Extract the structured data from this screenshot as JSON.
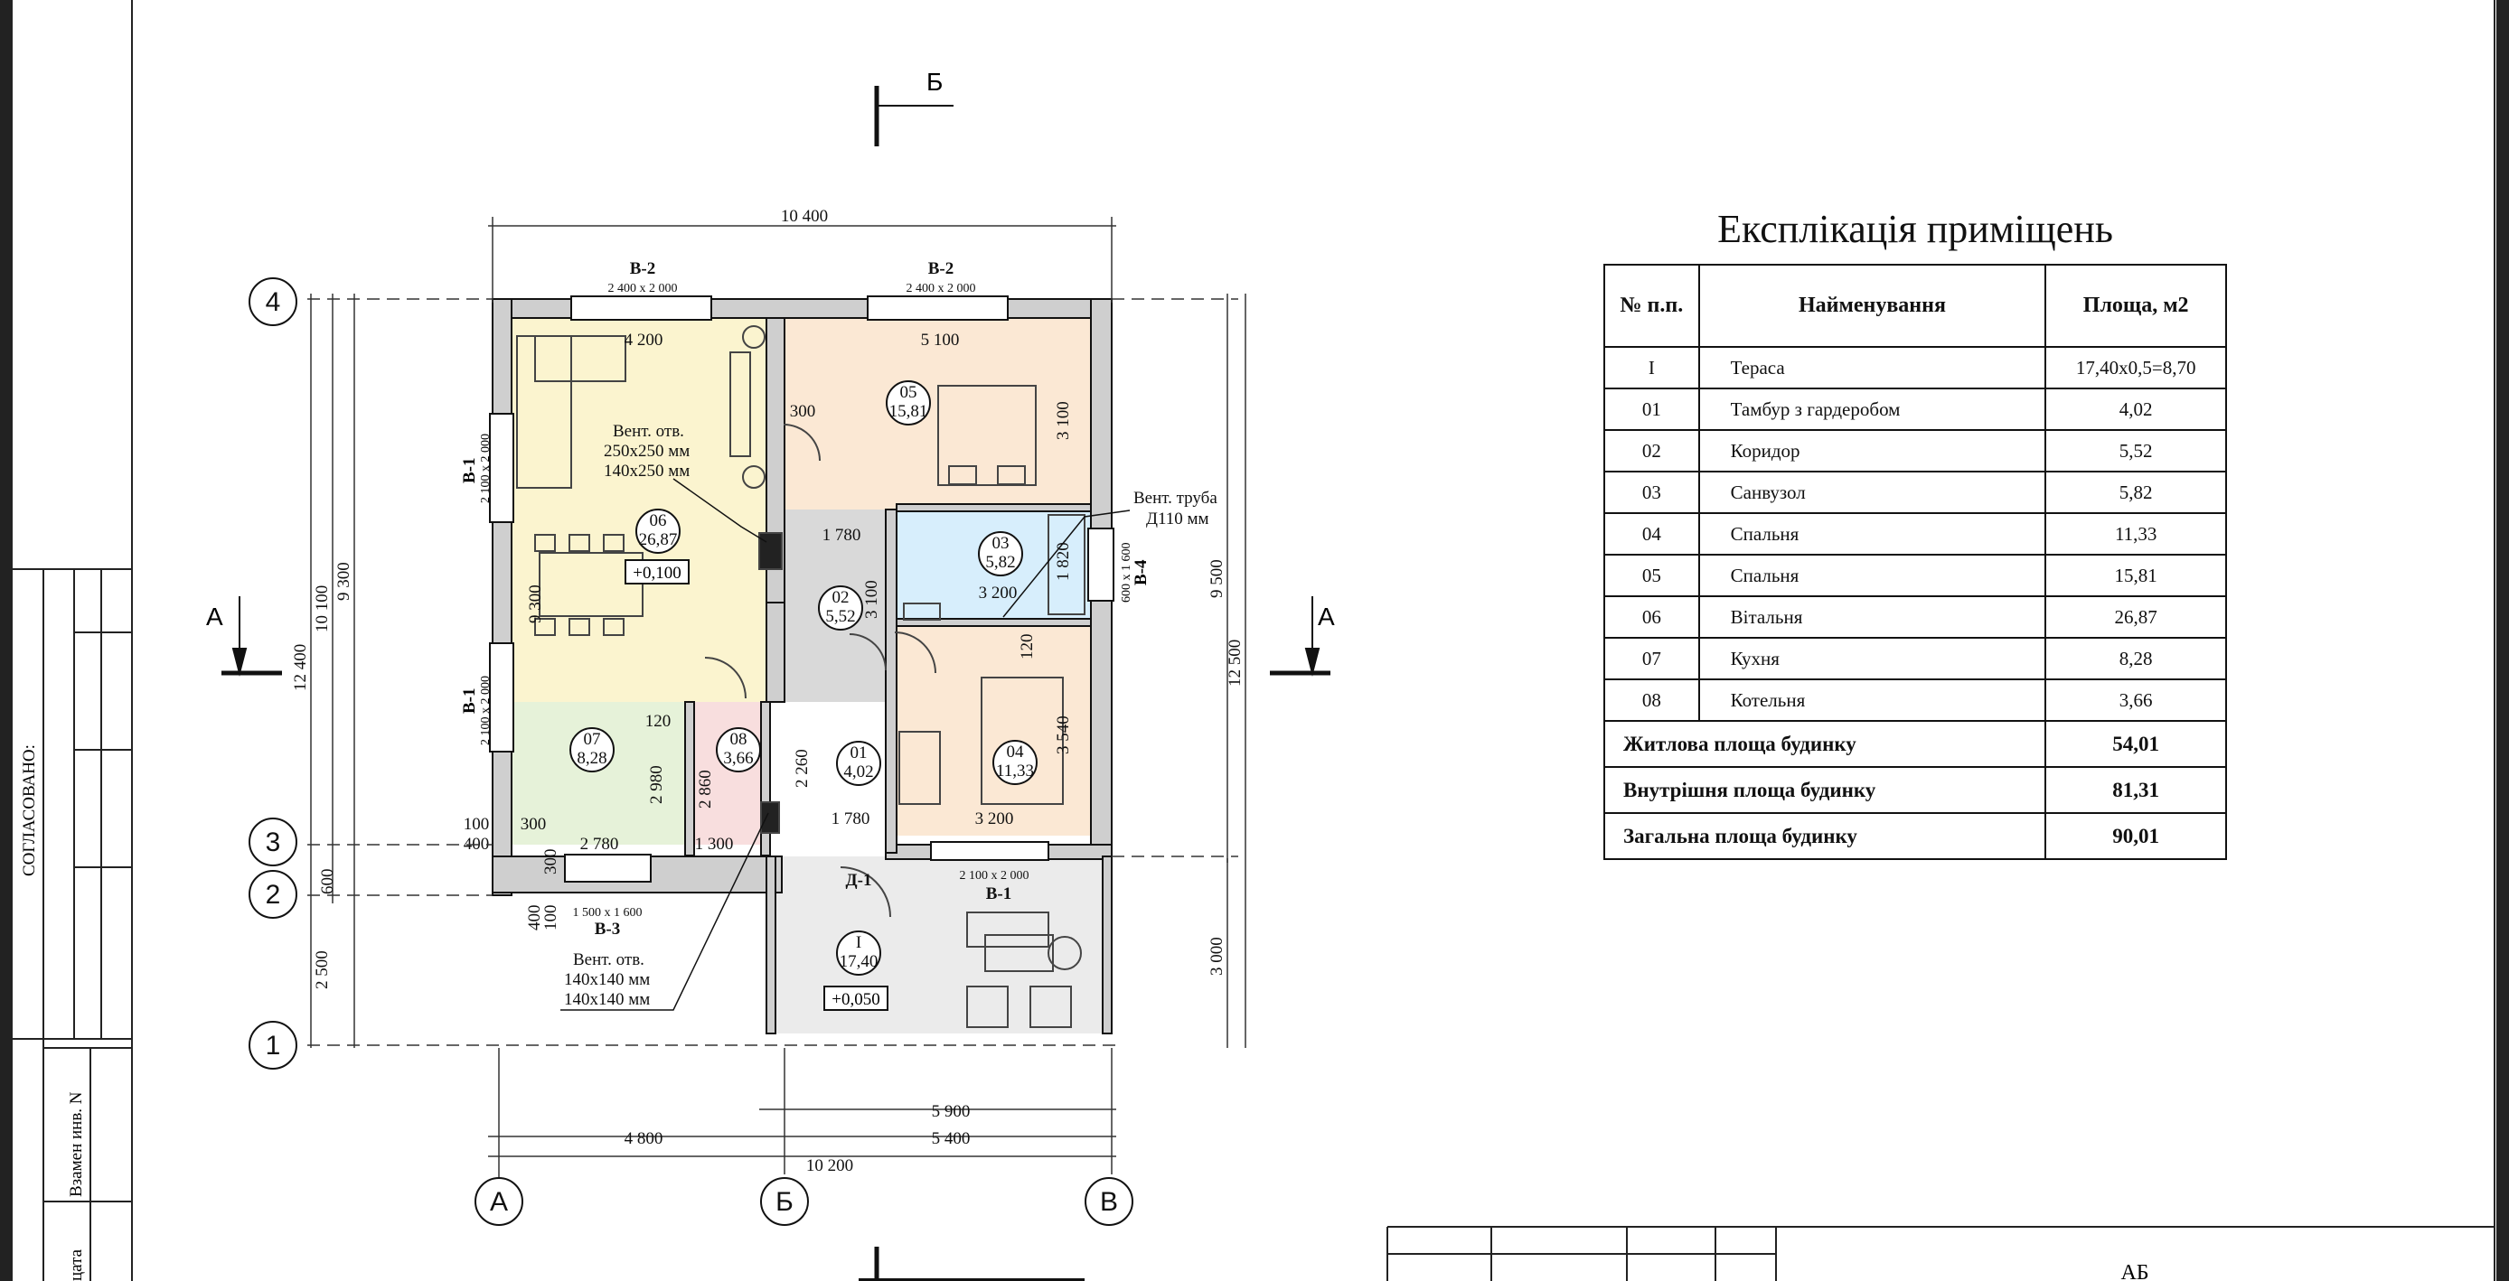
{
  "plan": {
    "top_dim": "10 400",
    "section_b_label": "Б",
    "section_a_label": "А",
    "axis_rows": [
      "4",
      "3",
      "2",
      "1"
    ],
    "axis_cols": [
      "А",
      "Б",
      "В"
    ],
    "windows": {
      "v2_label": "В-2",
      "v2_size": "2 400 x 2 000",
      "v1_label": "В-1",
      "v1_size": "2 100 x 2 000",
      "v3_label": "В-3",
      "v3_size": "1 500 x 1 600",
      "v4_label": "В-4",
      "v4_size": "600 x 1 600",
      "d1_label": "Д-1",
      "v1b_size": "2 100 x 2 000"
    },
    "notes": {
      "vent1_line1": "Вент. отв.",
      "vent1_line2": "250x250 мм",
      "vent1_line3": "140x250 мм",
      "vent_pipe_line1": "Вент. труба",
      "vent_pipe_line2": "Д110 мм",
      "vent2_line1": "Вент. отв.",
      "vent2_line2": "140x140 мм",
      "vent2_line3": "140x140 мм",
      "level1": "+0,100",
      "level2": "+0,050"
    },
    "rooms": [
      {
        "num": "06",
        "area": "26,87"
      },
      {
        "num": "05",
        "area": "15,81"
      },
      {
        "num": "03",
        "area": "5,82"
      },
      {
        "num": "02",
        "area": "5,52"
      },
      {
        "num": "07",
        "area": "8,28"
      },
      {
        "num": "08",
        "area": "3,66"
      },
      {
        "num": "01",
        "area": "4,02"
      },
      {
        "num": "04",
        "area": "11,33"
      },
      {
        "num": "I",
        "area": "17,40"
      }
    ],
    "dims": {
      "d4200": "4 200",
      "d5100": "5 100",
      "d300a": "300",
      "d3100a": "3 100",
      "d1780a": "1 780",
      "d1820": "1 820",
      "d3200a": "3 200",
      "d9300": "9 300",
      "d3100b": "3 100",
      "d120a": "120",
      "d120b": "120",
      "d3540": "3 540",
      "d2980": "2 980",
      "d2860": "2 860",
      "d2260": "2 260",
      "d1300": "1 300",
      "d1780b": "1 780",
      "d3200b": "3 200",
      "d100": "100",
      "d400": "400",
      "d300b": "300",
      "d2780": "2 780",
      "d300c": "300",
      "d400b": "400",
      "d100b": "100",
      "l9300": "9 300",
      "l10100": "10 100",
      "l12400": "12 400",
      "l600": "600",
      "l2500": "2 500",
      "r9500": "9 500",
      "r12500": "12 500",
      "r3000": "3 000",
      "b5900": "5 900",
      "b4800": "4 800",
      "b5400": "5 400",
      "b10200": "10 200"
    }
  },
  "explication": {
    "title": "Експлікація приміщень",
    "headers": [
      "№ п.п.",
      "Найменування",
      "Площа, м2"
    ],
    "rows": [
      [
        "I",
        "Тераса",
        "17,40x0,5=8,70"
      ],
      [
        "01",
        "Тамбур з гардеробом",
        "4,02"
      ],
      [
        "02",
        "Коридор",
        "5,52"
      ],
      [
        "03",
        "Санвузол",
        "5,82"
      ],
      [
        "04",
        "Спальня",
        "11,33"
      ],
      [
        "05",
        "Спальня",
        "15,81"
      ],
      [
        "06",
        "Вітальня",
        "26,87"
      ],
      [
        "07",
        "Кухня",
        "8,28"
      ],
      [
        "08",
        "Котельня",
        "3,66"
      ]
    ],
    "summary": [
      [
        "Житлова площа будинку",
        "54,01"
      ],
      [
        "Внутрішня площа будинку",
        "81,31"
      ],
      [
        "Загальна площа будинку",
        "90,01"
      ]
    ]
  },
  "stamp": {
    "agreed": "СОГЛАСОВАНО:",
    "replace_inv": "Взамен инв. N",
    "date_fragment": "цата",
    "title_block_code": "АБ"
  }
}
